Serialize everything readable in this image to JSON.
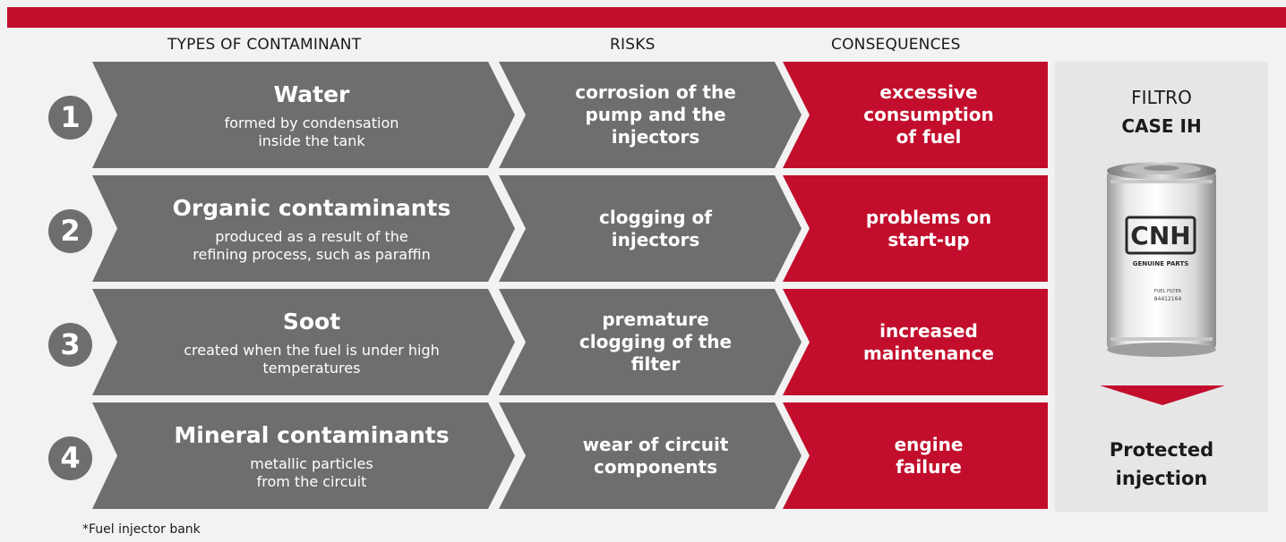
{
  "headers": {
    "types": "TYPES OF CONTAMINANT",
    "risks": "RISKS",
    "consequences": "CONSEQUENCES"
  },
  "rows": [
    {
      "num": "1",
      "title": "Water",
      "desc1": "formed by condensation",
      "desc2": "inside the tank",
      "risk1": "corrosion of the",
      "risk2": "pump and the",
      "risk3": "injectors",
      "cons1": "excessive",
      "cons2": "consumption",
      "cons3": "of fuel"
    },
    {
      "num": "2",
      "title": "Organic contaminants",
      "desc1": "produced as a result of the",
      "desc2": "refining process, such as paraffin",
      "risk1": "clogging of",
      "risk2": "injectors",
      "risk3": "",
      "cons1": "problems on",
      "cons2": "start-up",
      "cons3": ""
    },
    {
      "num": "3",
      "title": "Soot",
      "desc1": "created when the fuel is under high",
      "desc2": "temperatures",
      "risk1": "premature",
      "risk2": "clogging of the",
      "risk3": "filter",
      "cons1": "increased",
      "cons2": "maintenance",
      "cons3": ""
    },
    {
      "num": "4",
      "title": "Mineral contaminants",
      "desc1": "metallic particles",
      "desc2": "from the circuit",
      "risk1": "wear of circuit",
      "risk2": "components",
      "risk3": "",
      "cons1": "engine",
      "cons2": "failure",
      "cons3": ""
    }
  ],
  "panel": {
    "line1": "FILTRO",
    "line2": "CASE IH",
    "filter_logo": "CNH",
    "filter_sub": "GENUINE PARTS",
    "filter_label1": "FUEL FILTER",
    "filter_label2": "84412164",
    "result1": "Protected",
    "result2": "injection"
  },
  "footnote": "*Fuel injector bank",
  "colors": {
    "accent": "#c20e2c",
    "grey": "#6e6e6e",
    "panel": "#e6e6e6",
    "background": "#f2f2f2"
  }
}
